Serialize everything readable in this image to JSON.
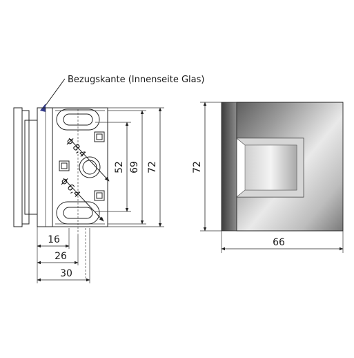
{
  "callout": {
    "text": "Bezugskante (Innenseite Glas)"
  },
  "front_view": {
    "dim_vertical": [
      "52",
      "69",
      "72"
    ],
    "dim_horizontal": [
      "16",
      "26",
      "30"
    ],
    "hole_large": "ϕ 8,4",
    "hole_small": "ϕ 6,4"
  },
  "side_view": {
    "height": "72",
    "width": "66"
  },
  "colors": {
    "line": "#222222",
    "accent": "#333a8c",
    "metal_dark": "#6d6d6d",
    "metal_light": "#f2f2f2"
  }
}
